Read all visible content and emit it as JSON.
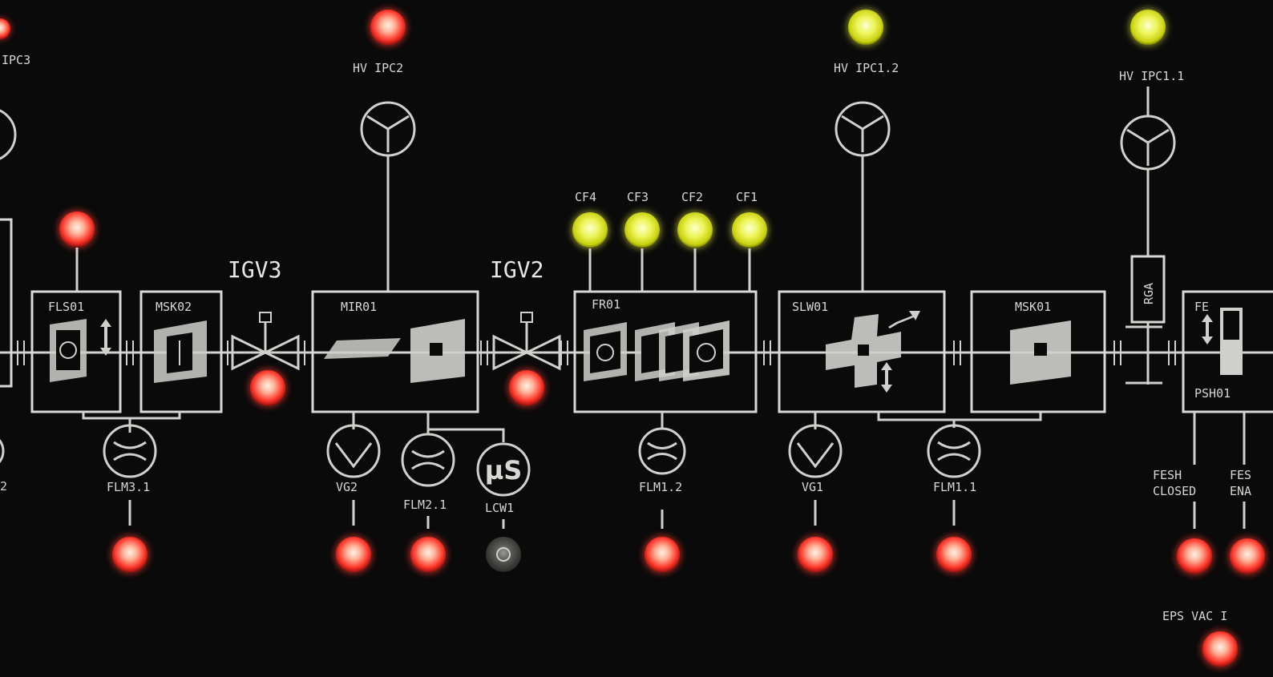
{
  "panel": {
    "labels": {
      "hv_ipc3": "IPC3",
      "hv_ipc2": "HV  IPC2",
      "hv_ipc12": "HV  IPC1.2",
      "hv_ipc11": "HV  IPC1.1",
      "igv3": "IGV3",
      "igv2": "IGV2",
      "cf4": "CF4",
      "cf3": "CF3",
      "cf2": "CF2",
      "cf1": "CF1",
      "fls01": "FLS01",
      "msk02": "MSK02",
      "mir01": "MIR01",
      "fr01": "FR01",
      "slw01": "SLW01",
      "msk01": "MSK01",
      "rga": "RGA",
      "fe": "FE",
      "psh01": "PSH01",
      "flm31": "FLM3.1",
      "vg2": "VG2",
      "flm21": "FLM2.1",
      "lcw1": "LCW1",
      "us": "µS",
      "flm12": "FLM1.2",
      "vg1": "VG1",
      "flm11": "FLM1.1",
      "fesh_closed_1": "FESH",
      "fesh_closed_2": "CLOSED",
      "fesh_ena_1": "FES",
      "fesh_ena_2": "ENA",
      "left_edge": "2",
      "eps_vac": "EPS  VAC  I"
    },
    "colors": {
      "red": "#ff4b3e",
      "yellow": "#e8ef3a",
      "off": "#4a4a46"
    }
  }
}
